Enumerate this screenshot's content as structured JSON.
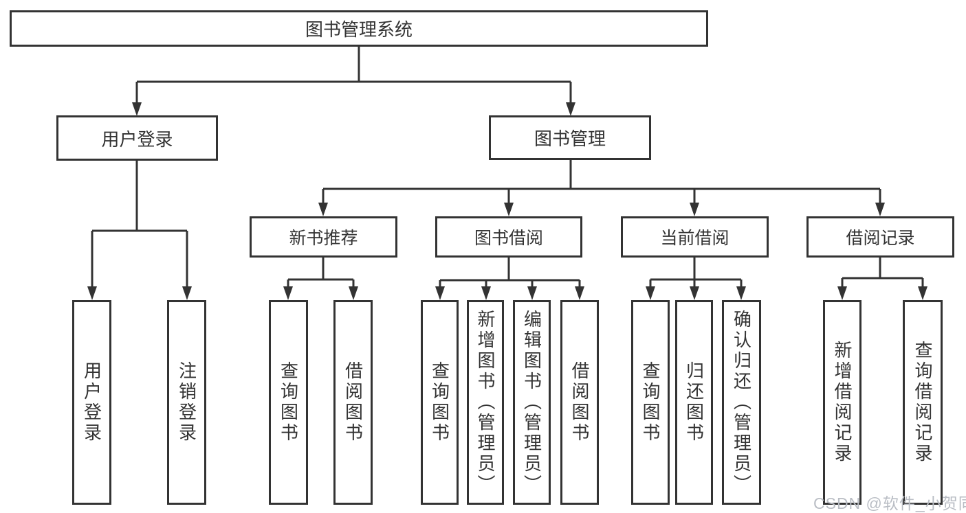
{
  "diagram": {
    "root": {
      "label": "图书管理系统"
    },
    "branches": [
      {
        "label": "用户登录",
        "children": [
          {
            "label": "用户登录"
          },
          {
            "label": "注销登录"
          }
        ]
      },
      {
        "label": "图书管理",
        "groups": [
          {
            "label": "新书推荐",
            "children": [
              {
                "label": "查询图书"
              },
              {
                "label": "借阅图书"
              }
            ]
          },
          {
            "label": "图书借阅",
            "children": [
              {
                "label": "查询图书"
              },
              {
                "label": "新增图书（管理员）"
              },
              {
                "label": "编辑图书（管理员）"
              },
              {
                "label": "借阅图书"
              }
            ]
          },
          {
            "label": "当前借阅",
            "children": [
              {
                "label": "查询图书"
              },
              {
                "label": "归还图书"
              },
              {
                "label": "确认归还（管理员）"
              }
            ]
          },
          {
            "label": "借阅记录",
            "children": [
              {
                "label": "新增借阅记录"
              },
              {
                "label": "查询借阅记录"
              }
            ]
          }
        ]
      }
    ]
  },
  "watermark": {
    "text": "CSDN @软件_小贺同学"
  },
  "colors": {
    "line": "#333333",
    "text": "#333333",
    "watermark": "#b9bdc4",
    "background": "#ffffff"
  }
}
